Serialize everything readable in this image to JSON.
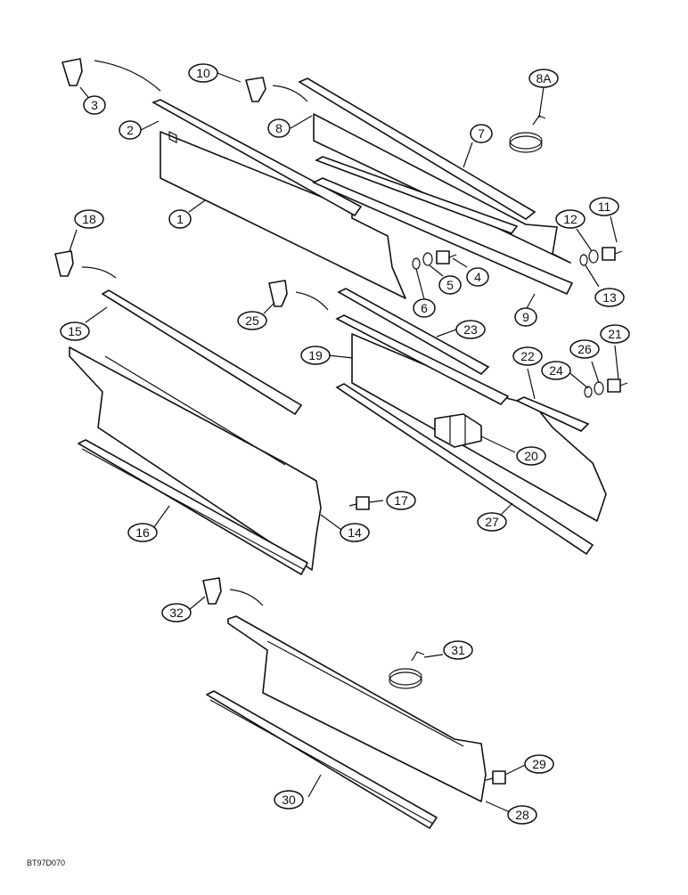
{
  "callouts": [
    {
      "id": "3",
      "label": "3"
    },
    {
      "id": "2",
      "label": "2"
    },
    {
      "id": "10",
      "label": "10"
    },
    {
      "id": "8A",
      "label": "8A"
    },
    {
      "id": "8",
      "label": "8"
    },
    {
      "id": "7",
      "label": "7"
    },
    {
      "id": "1",
      "label": "1"
    },
    {
      "id": "11",
      "label": "11"
    },
    {
      "id": "12",
      "label": "12"
    },
    {
      "id": "18",
      "label": "18"
    },
    {
      "id": "6",
      "label": "6"
    },
    {
      "id": "5",
      "label": "5"
    },
    {
      "id": "4",
      "label": "4"
    },
    {
      "id": "13",
      "label": "13"
    },
    {
      "id": "9",
      "label": "9"
    },
    {
      "id": "15",
      "label": "15"
    },
    {
      "id": "25",
      "label": "25"
    },
    {
      "id": "23",
      "label": "23"
    },
    {
      "id": "19",
      "label": "19"
    },
    {
      "id": "22",
      "label": "22"
    },
    {
      "id": "21",
      "label": "21"
    },
    {
      "id": "26",
      "label": "26"
    },
    {
      "id": "24",
      "label": "24"
    },
    {
      "id": "20",
      "label": "20"
    },
    {
      "id": "17",
      "label": "17"
    },
    {
      "id": "16",
      "label": "16"
    },
    {
      "id": "14",
      "label": "14"
    },
    {
      "id": "27",
      "label": "27"
    },
    {
      "id": "32",
      "label": "32"
    },
    {
      "id": "31",
      "label": "31"
    },
    {
      "id": "29",
      "label": "29"
    },
    {
      "id": "30",
      "label": "30"
    },
    {
      "id": "28",
      "label": "28"
    }
  ],
  "figure_ref": "BT97D070"
}
